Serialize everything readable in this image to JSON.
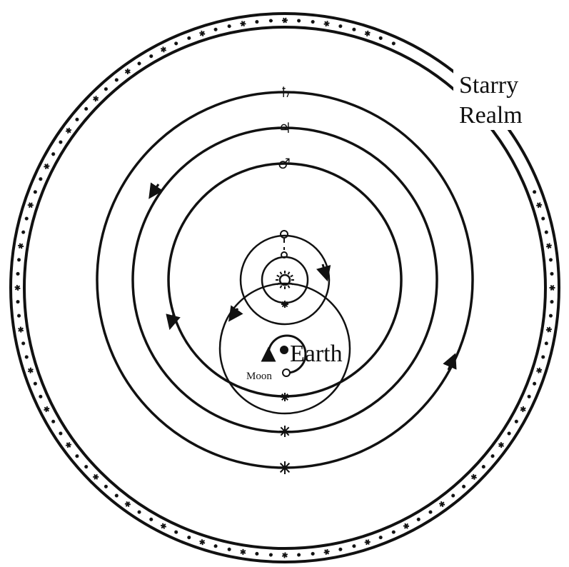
{
  "labels": {
    "starry_line1": "Starry",
    "starry_line2": "Realm",
    "earth": "Earth",
    "moon": "Moon"
  },
  "planet_symbols": {
    "saturn": "♄",
    "jupiter": "♃",
    "mars": "♂"
  },
  "colors": {
    "ink": "#111111",
    "paper": "#ffffff"
  }
}
